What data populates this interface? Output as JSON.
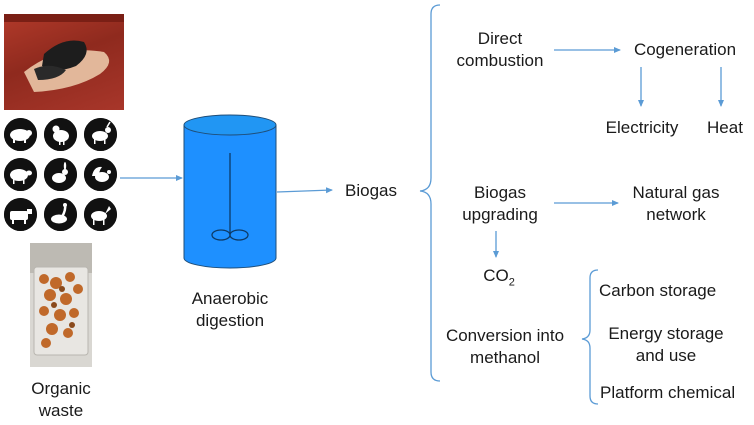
{
  "labels": {
    "anaerobic_digestion": [
      "Anaerobic",
      "digestion"
    ],
    "organic_waste": [
      "Organic",
      "waste"
    ],
    "biogas": "Biogas",
    "direct_combustion": [
      "Direct",
      "combustion"
    ],
    "cogeneration": "Cogeneration",
    "electricity": "Electricity",
    "heat": "Heat",
    "biogas_upgrading": [
      "Biogas",
      "upgrading"
    ],
    "natural_gas_network": [
      "Natural gas",
      "network"
    ],
    "co2": {
      "base": "CO",
      "sub": "2"
    },
    "conversion_into_methanol": [
      "Conversion into",
      "methanol"
    ],
    "carbon_storage": "Carbon storage",
    "energy_storage_use": [
      "Energy storage",
      "and use"
    ],
    "platform_chemical": "Platform chemical"
  },
  "icons": [
    "pig-icon",
    "chicken-icon",
    "goat-icon",
    "sheep-icon",
    "rabbit-icon",
    "turkey-icon",
    "cow-icon",
    "goose-icon",
    "horse-icon"
  ],
  "colors": {
    "arrow": "#5b9bd5",
    "digester_fill": "#1e90ff",
    "digester_stroke": "#1f4e79",
    "animal_bg": "#111111"
  }
}
